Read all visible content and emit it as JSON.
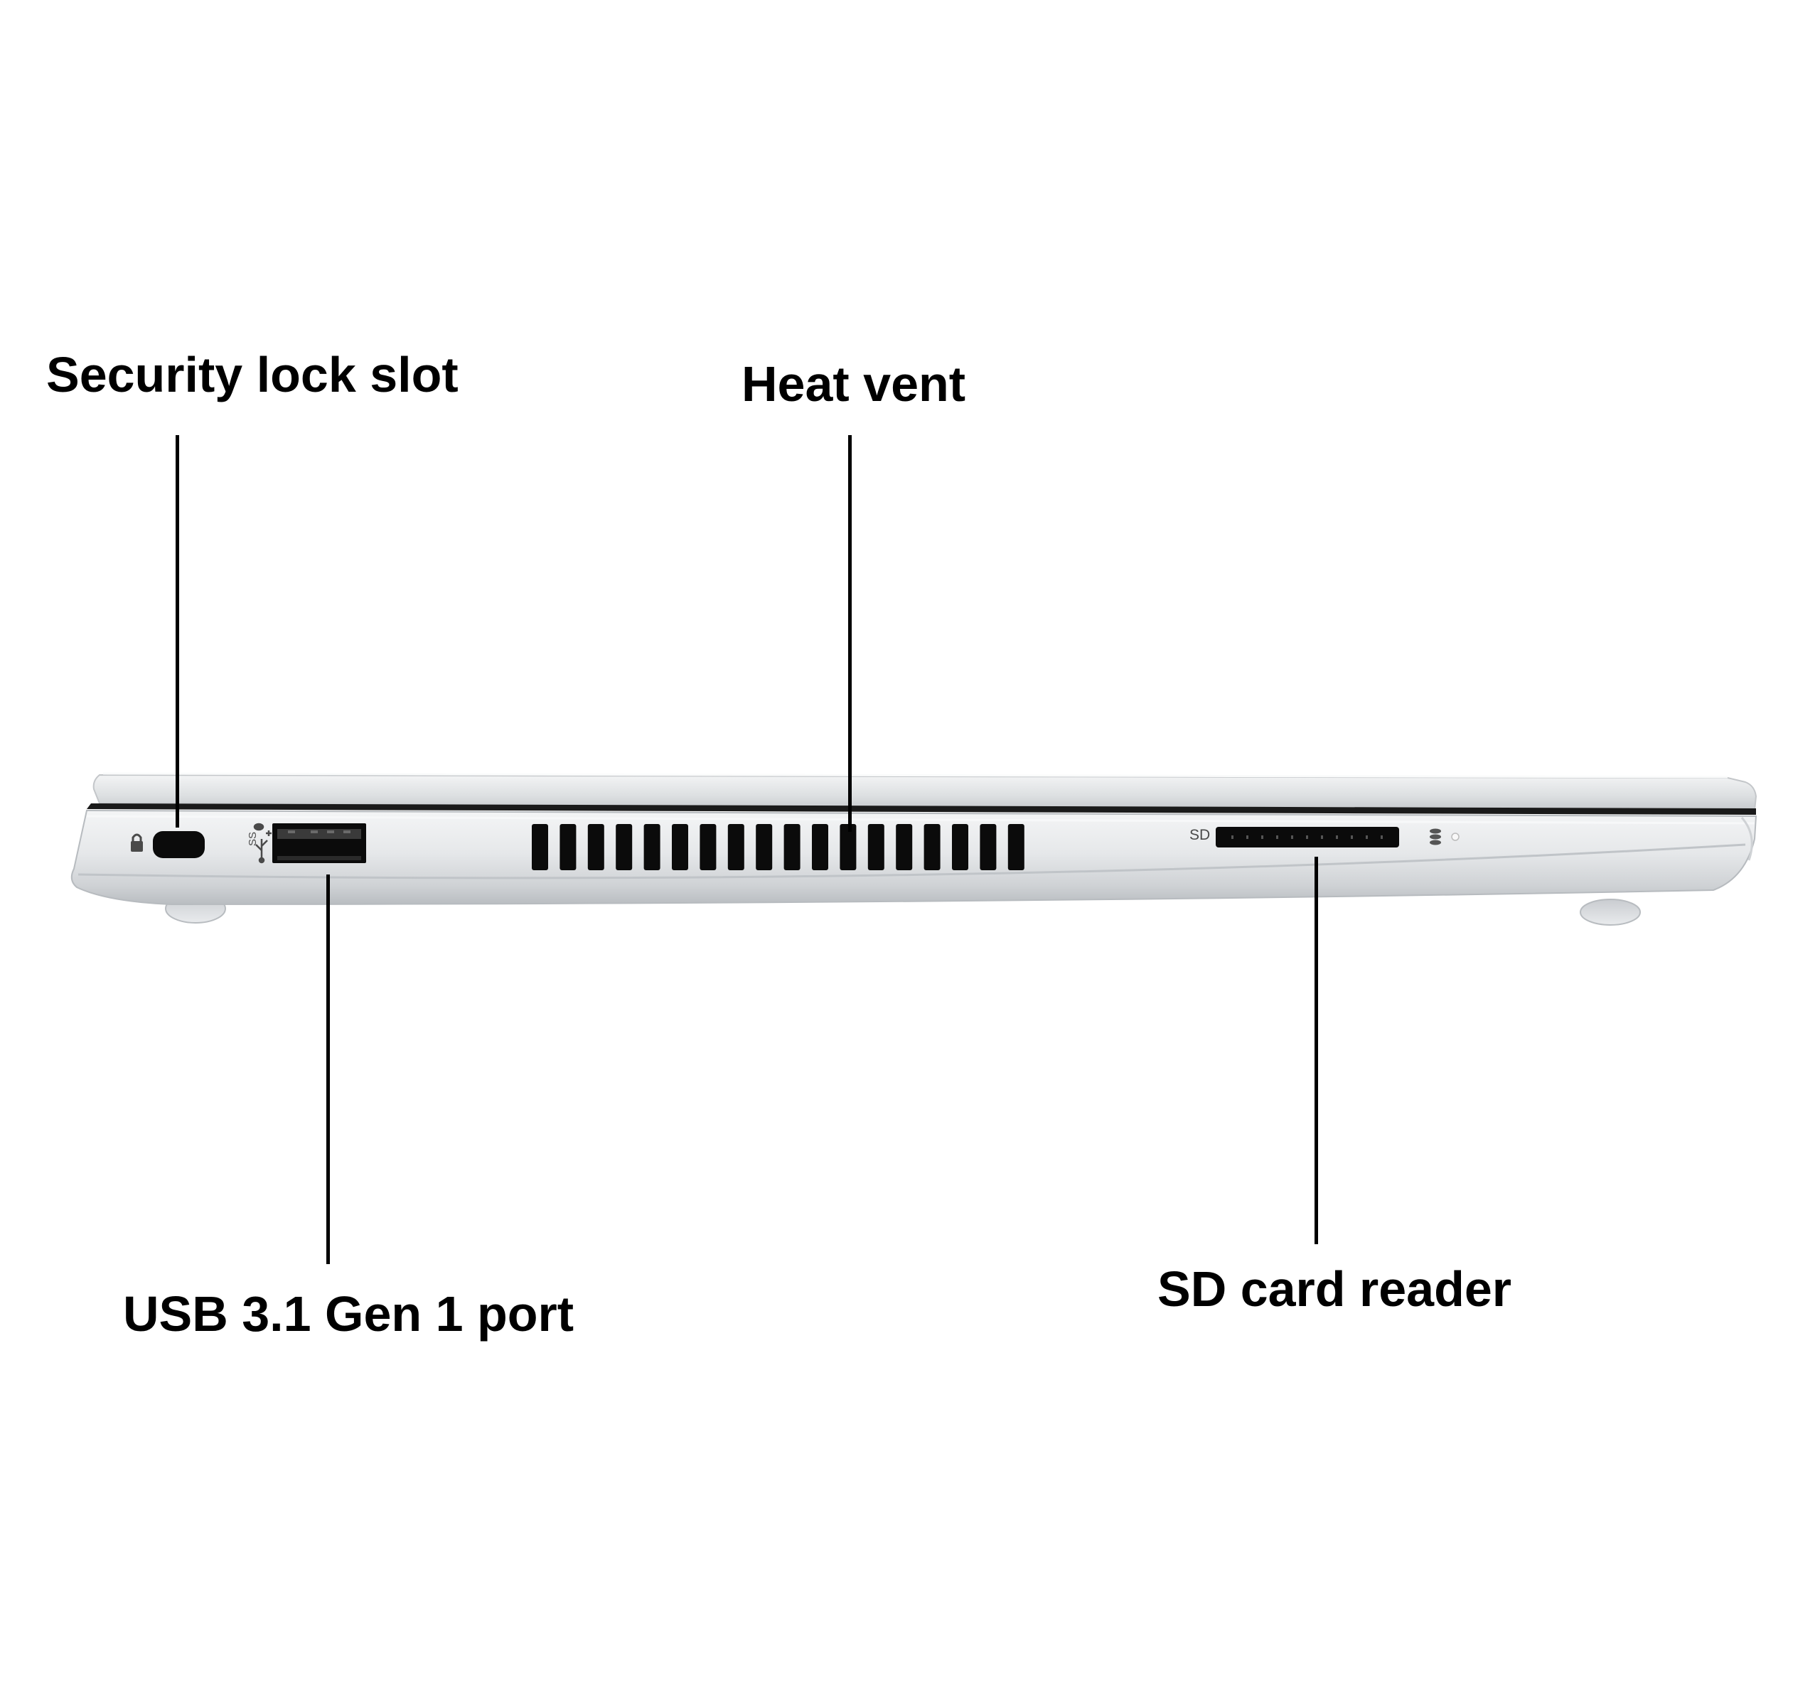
{
  "labels": {
    "security_lock_slot": "Security lock slot",
    "heat_vent": "Heat vent",
    "usb_port": "USB 3.1 Gen 1 port",
    "sd_card_reader": "SD card reader"
  },
  "device_markings": {
    "sd": "SD",
    "usb_ss": "SS"
  },
  "colors": {
    "label_text": "#000000",
    "leader_line": "#000000",
    "chassis_light": "#eceef0",
    "chassis_mid": "#d4d7da",
    "chassis_dark": "#b4b8bc",
    "port_black": "#0b0b0b"
  },
  "icons": {
    "lock": "padlock-icon",
    "usb": "usb-superspeed-icon",
    "storage": "storage-activity-icon",
    "led": "led-indicator-icon"
  }
}
